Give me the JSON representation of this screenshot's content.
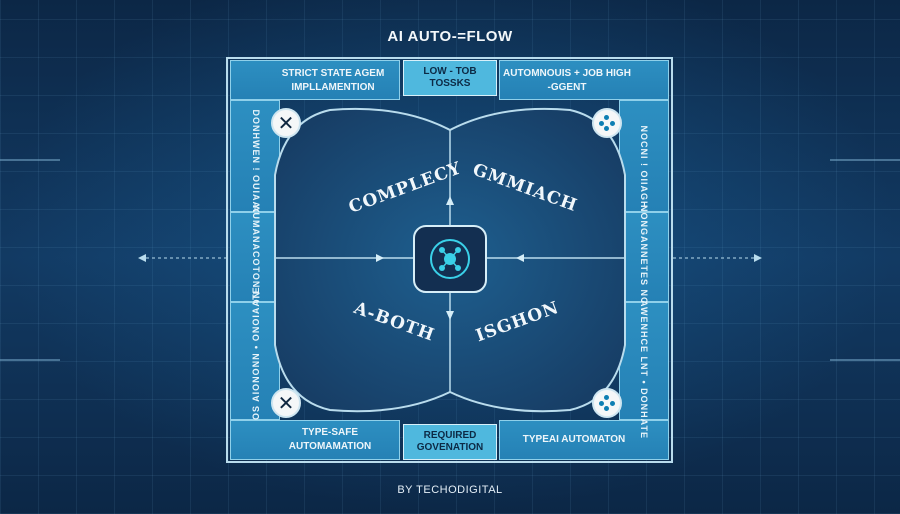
{
  "header": {
    "title": "AI AUTO-=FLOW"
  },
  "footer": {
    "credit": "BY TECHODIGITAL"
  },
  "top": {
    "left_label": "STRICT STATE AGEM IMPLLAMENTION",
    "center_tag": "LOW - TOB TOSSKS",
    "right_label": "AUTOMNOUIS + JOB HIGH -GGENT"
  },
  "bottom": {
    "left_label": "TYPE-SAFE AUTOMAMATION",
    "center_tag": "REQUIRED GOVENATION",
    "right_label": "TYPEAI AUTOMATON"
  },
  "sides": {
    "left_upper": "DONHWEN ! OUIAAGH",
    "left_middle": "AUMANACOTON NONOMECOTUM",
    "left_lower": "OS AIONONN • ONOIAATE",
    "right_upper": "NOCNI ! OIIAGH",
    "right_middle": "NONGANNETES NONATE",
    "right_lower": "AWENHCE LNT • DONHATE"
  },
  "quadrants": {
    "top_left": "COMPLECY",
    "top_right": "GMMIACH",
    "bottom_left": "A-BOTH",
    "bottom_right": "ISGHON"
  },
  "icons": {
    "top_left": "close-icon",
    "top_right": "network-nodes-icon",
    "bottom_left": "close-icon",
    "bottom_right": "network-nodes-icon",
    "center": "ai-hub-icon"
  },
  "colors": {
    "background": "#0f2f52",
    "panel": "#2581b5",
    "accent": "#3ad0e8",
    "tag": "#4fb8de"
  }
}
